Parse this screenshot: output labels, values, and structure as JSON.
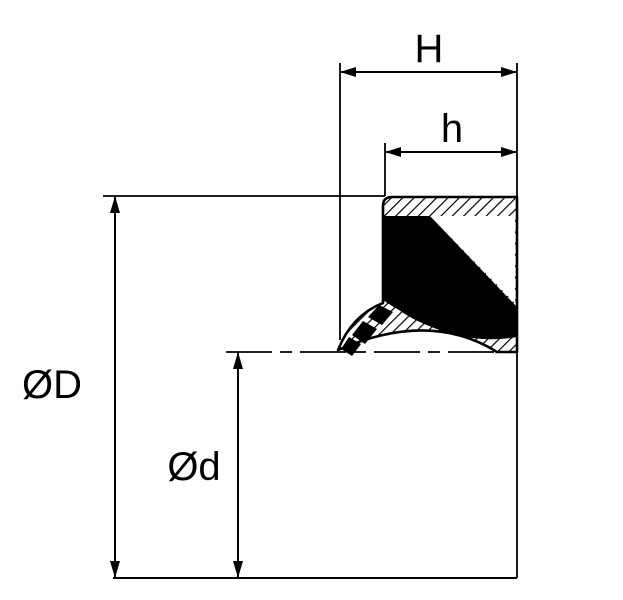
{
  "drawing": {
    "type": "technical-drawing-seal-cross-section",
    "dimension_labels": {
      "overall_width": "H",
      "lip_width": "h",
      "outer_diameter": "ØD",
      "inner_diameter": "Ød"
    },
    "colors": {
      "line": "#000000",
      "solid_fill": "#000000",
      "background": "#ffffff"
    }
  }
}
